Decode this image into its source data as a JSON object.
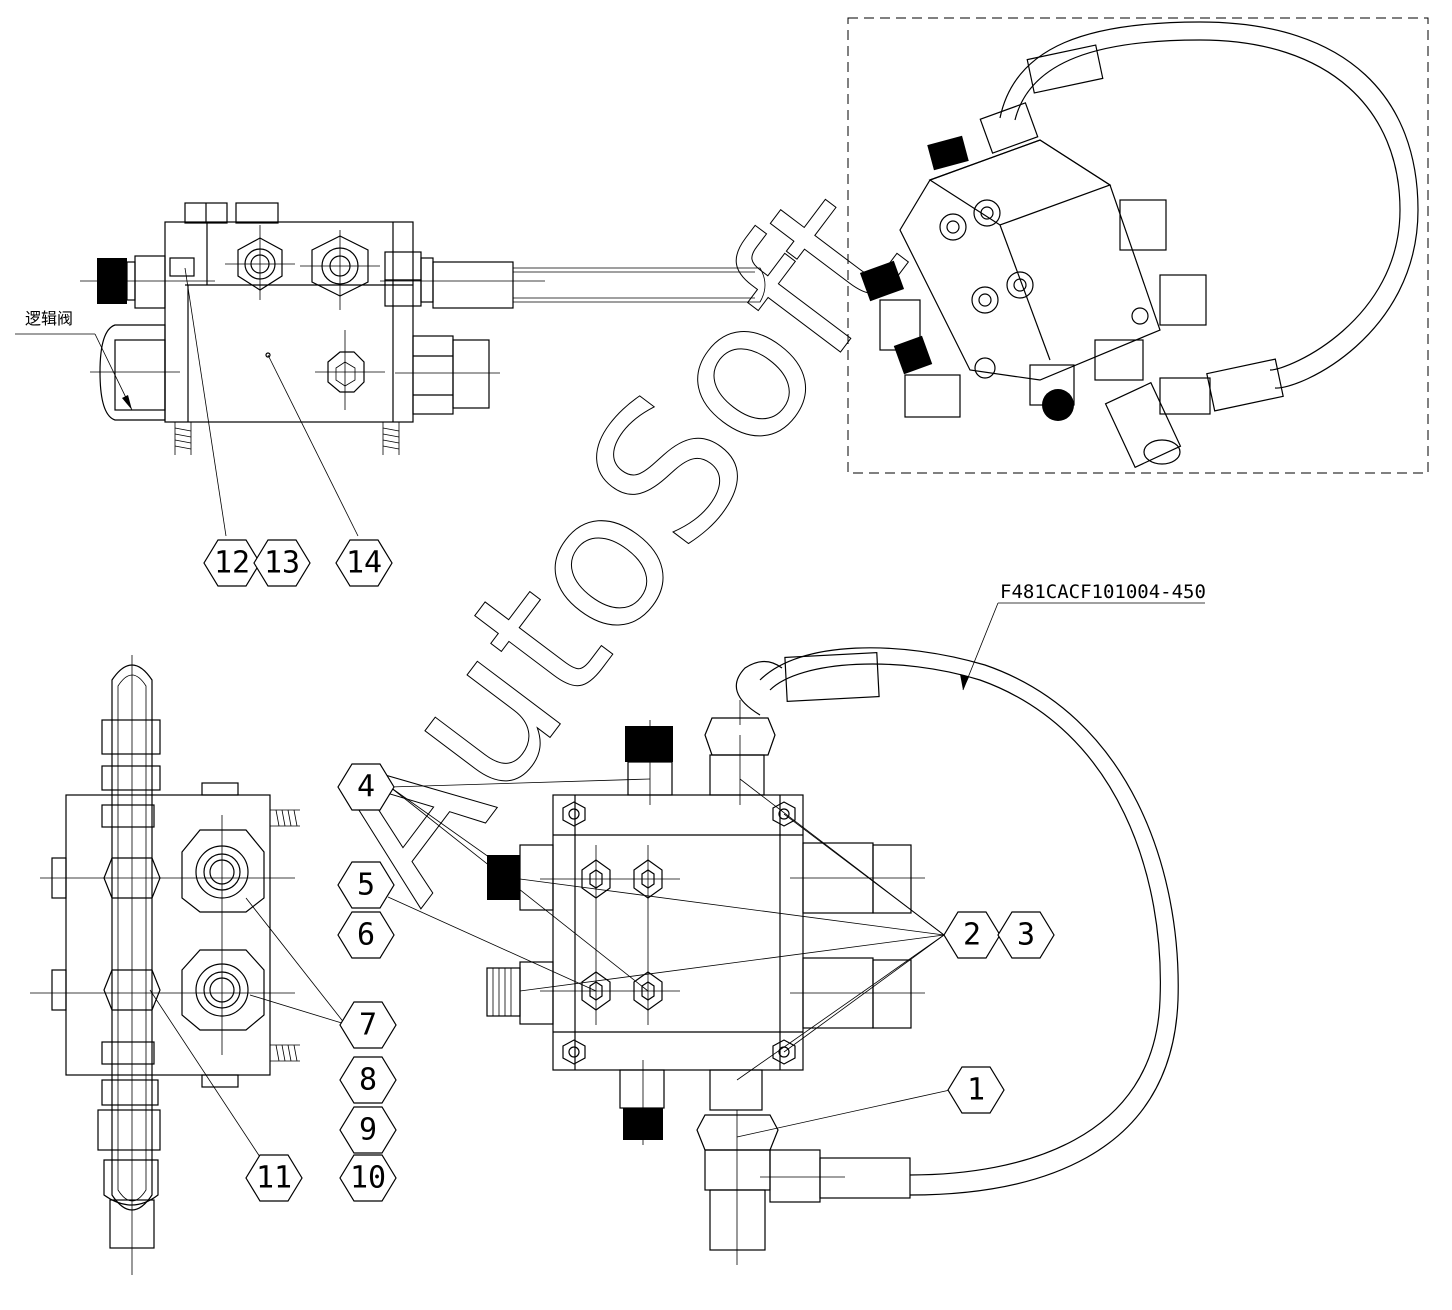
{
  "drawing": {
    "watermark": "AutoSoft",
    "hose_label": "F481CACF101004-450",
    "side_label": "逻辑阀",
    "balloons": [
      {
        "id": "b1",
        "label": "1"
      },
      {
        "id": "b2",
        "label": "2"
      },
      {
        "id": "b3",
        "label": "3"
      },
      {
        "id": "b4",
        "label": "4"
      },
      {
        "id": "b5",
        "label": "5"
      },
      {
        "id": "b6",
        "label": "6"
      },
      {
        "id": "b7",
        "label": "7"
      },
      {
        "id": "b8",
        "label": "8"
      },
      {
        "id": "b9",
        "label": "9"
      },
      {
        "id": "b10",
        "label": "10"
      },
      {
        "id": "b11",
        "label": "11"
      },
      {
        "id": "b12",
        "label": "12"
      },
      {
        "id": "b13",
        "label": "13"
      },
      {
        "id": "b14",
        "label": "14"
      }
    ]
  }
}
